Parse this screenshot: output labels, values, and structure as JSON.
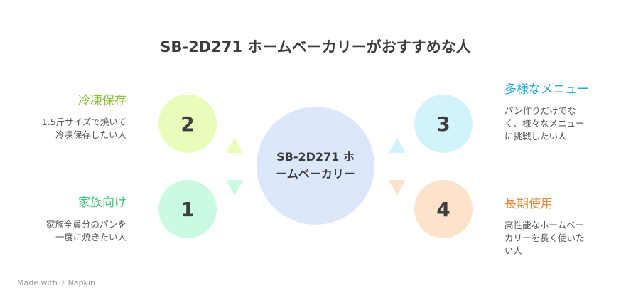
{
  "title": "SB-2D271 ホームベーカリーがおすすめな人",
  "center": {
    "line1": "SB-2D271 ホ",
    "line2": "ームベーカリー"
  },
  "items": [
    {
      "number": "1",
      "heading": "家族向け",
      "desc1": "家族全員分のパンを",
      "desc2": "一度に焼きたい人",
      "color": "#3cc47a",
      "fill": "#c9fbe3"
    },
    {
      "number": "2",
      "heading": "冷凍保存",
      "desc1": "1.5斤サイズで焼いて",
      "desc2": "冷凍保存したい人",
      "color": "#8cbf3a",
      "fill": "#e9fcb9"
    },
    {
      "number": "3",
      "heading": "多様なメニュー",
      "desc1": "パン作りだけでな",
      "desc2": "く、様々なメニュー",
      "desc3": "に挑戦したい人",
      "color": "#2aa8da",
      "fill": "#d3f3fc"
    },
    {
      "number": "4",
      "heading": "長期使用",
      "desc1": "高性能なホームベー",
      "desc2": "カリーを長く使いた",
      "desc3": "い人",
      "color": "#e3893a",
      "fill": "#fde3cc"
    }
  ],
  "footer": {
    "made_with": "Made with",
    "brand": "Napkin"
  }
}
